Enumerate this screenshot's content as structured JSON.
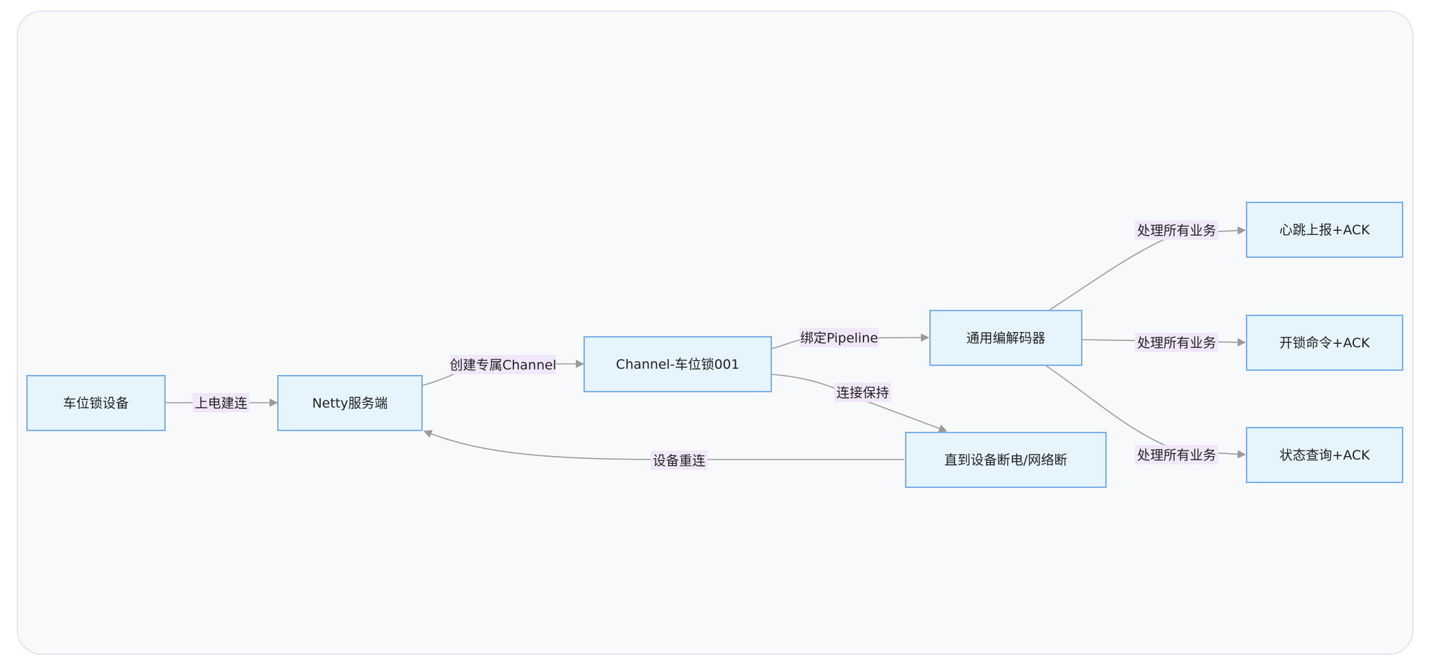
{
  "colors": {
    "node_fill": "#e6f5fd",
    "node_stroke": "#7aaee8",
    "edge": "#9a9a9a",
    "edge_label_bg": "#f1e7fa",
    "canvas": "#f8f9fb"
  },
  "nodes": {
    "lock_device": "车位锁设备",
    "netty_server": "Netty服务端",
    "channel": "Channel-车位锁001",
    "codec": "通用编解码器",
    "disconnect": "直到设备断电/网络断",
    "heartbeat": "心跳上报+ACK",
    "unlock": "开锁命令+ACK",
    "status_query": "状态查询+ACK"
  },
  "edges": {
    "power_on_connect": "上电建连",
    "create_channel": "创建专属Channel",
    "bind_pipeline": "绑定Pipeline",
    "keep_alive": "连接保持",
    "reconnect": "设备重连",
    "handle_heartbeat": "处理所有业务",
    "handle_unlock": "处理所有业务",
    "handle_status": "处理所有业务"
  }
}
